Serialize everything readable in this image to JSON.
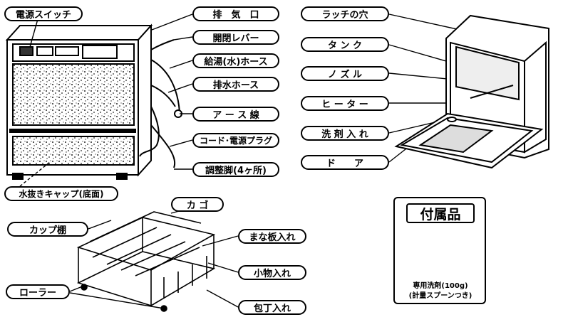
{
  "labels": {
    "power_switch": "電源スイッチ",
    "exhaust_port": "排　気　口",
    "open_close_lever": "開閉レバー",
    "hot_water_hose": "給湯(水)ホース",
    "drain_hose": "排水ホース",
    "ground_wire": "ア ー ス 線",
    "cord_plug": "コード･電源プラグ",
    "adjuster_feet": "調整脚(4ヶ所)",
    "drain_cap": "水抜きキャップ(底面)",
    "latch_hole": "ラッチの穴",
    "tank": "タ ン ク",
    "nozzle": "ノ ズ ル",
    "heater": "ヒ ー タ ー",
    "detergent_inlet": "洗 剤 入 れ",
    "door": "ド　　ア",
    "basket": "カ ゴ",
    "cup_shelf": "カップ棚",
    "cutting_board_holder": "まな板入れ",
    "small_items_holder": "小物入れ",
    "roller": "ローラー",
    "knife_holder": "包丁入れ"
  },
  "accessories": {
    "title": "付属品",
    "item_line1": "専用洗剤(100g)",
    "item_line2": "(計量スプーンつき)"
  }
}
